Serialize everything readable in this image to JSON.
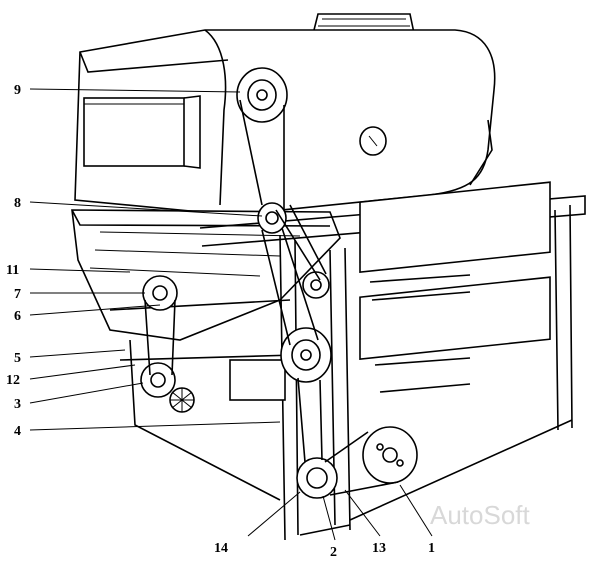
{
  "labels": {
    "l9": "9",
    "l8": "8",
    "l11": "11",
    "l7": "7",
    "l6": "6",
    "l5": "5",
    "l12": "12",
    "l3": "3",
    "l4": "4",
    "l14": "14",
    "l2": "2",
    "l13": "13",
    "l1": "1"
  },
  "watermark": "AutoSoft"
}
